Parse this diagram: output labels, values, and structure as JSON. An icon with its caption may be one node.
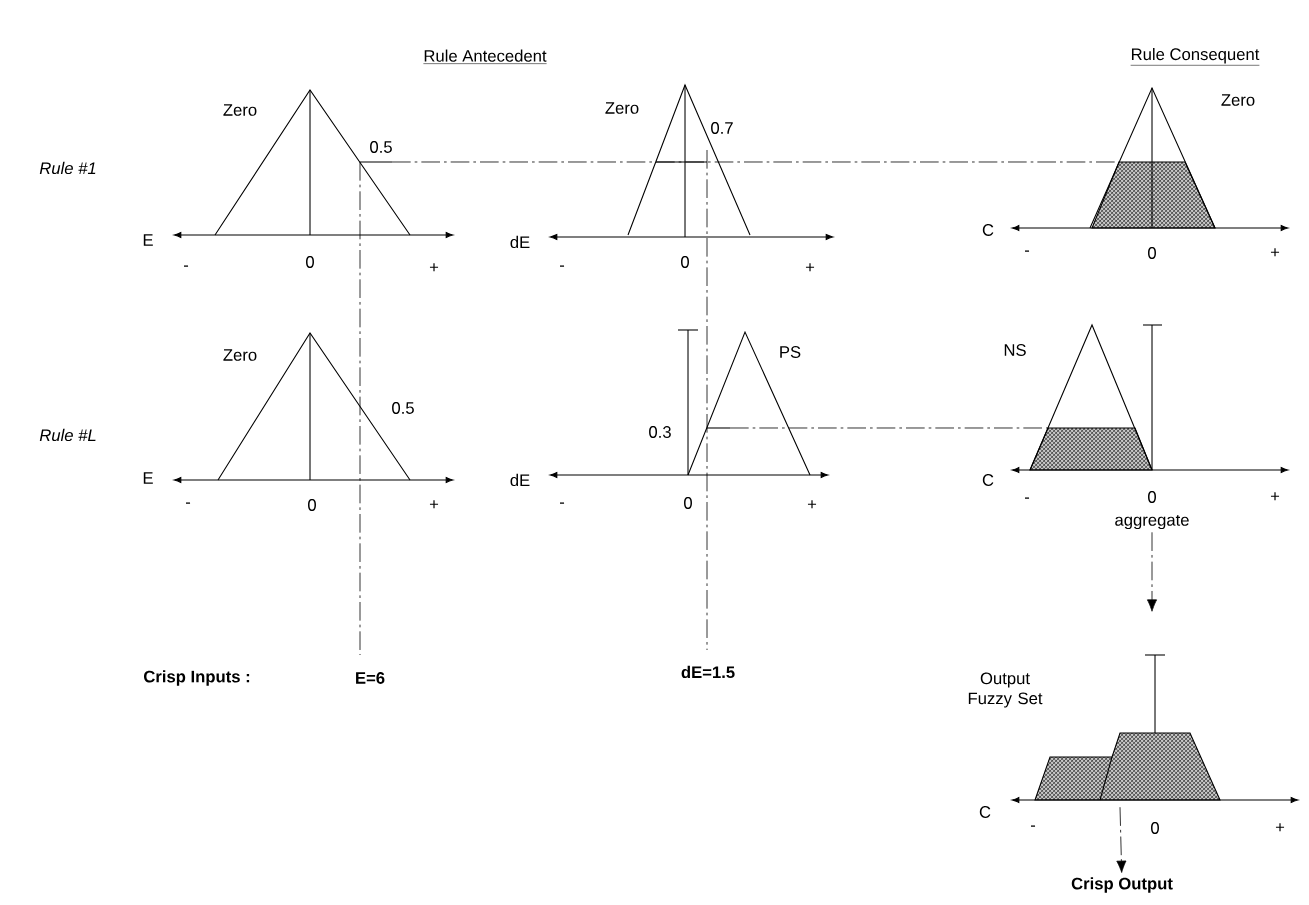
{
  "diagram": {
    "nodes": [
      {
        "text": [
          "aggregate"
        ]
      },
      {
        "text": [
          "Output Fuzzy Set"
        ]
      },
      {
        "text": [
          "Crisp Output"
        ]
      }
    ],
    "edges": [
      {
        "from": 0,
        "to": 1,
        "arrow": "to",
        "style": "dashed"
      },
      {
        "from": 1,
        "to": 2,
        "arrow": "to",
        "style": "dashed"
      }
    ],
    "labels": [
      "Rule Antecedent",
      "Rule Consequent",
      "Zero",
      "Zero",
      "Zero",
      "0.7",
      "0.5",
      "Rule #1",
      "E",
      "dE",
      "C",
      "-",
      "0",
      "+",
      "-",
      "0",
      "+",
      "-",
      "0",
      "+",
      "Zero",
      "PS",
      "NS",
      "0.5",
      "Rule #L",
      "0.3",
      "E",
      "dE",
      "C",
      "-",
      "0",
      "+",
      "-",
      "0",
      "+",
      "-",
      "0",
      "+",
      "Crisp  Inputs :",
      "E=6",
      "dE=1.5",
      "C",
      "-",
      "0",
      "+"
    ]
  }
}
